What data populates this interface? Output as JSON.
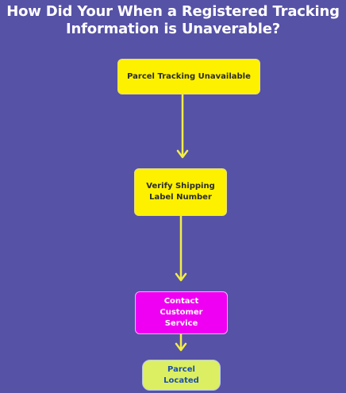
{
  "title": {
    "line1": "How Did Your  When a Registered Tracking",
    "line2": "Information is Unaverable?"
  },
  "nodes": {
    "n1": "Parcel Tracking Unavailable",
    "n2_line1": "Verify Shipping",
    "n2_line2": "Label Number",
    "n3_line1": "Contact Customer",
    "n3_line2": "Service",
    "n4": "Parcel Located"
  },
  "colors": {
    "background": "#5652a6",
    "yellow": "#fdf100",
    "magenta": "#f000f2",
    "lime": "#dcef62",
    "arrow": "#f2ee47"
  }
}
